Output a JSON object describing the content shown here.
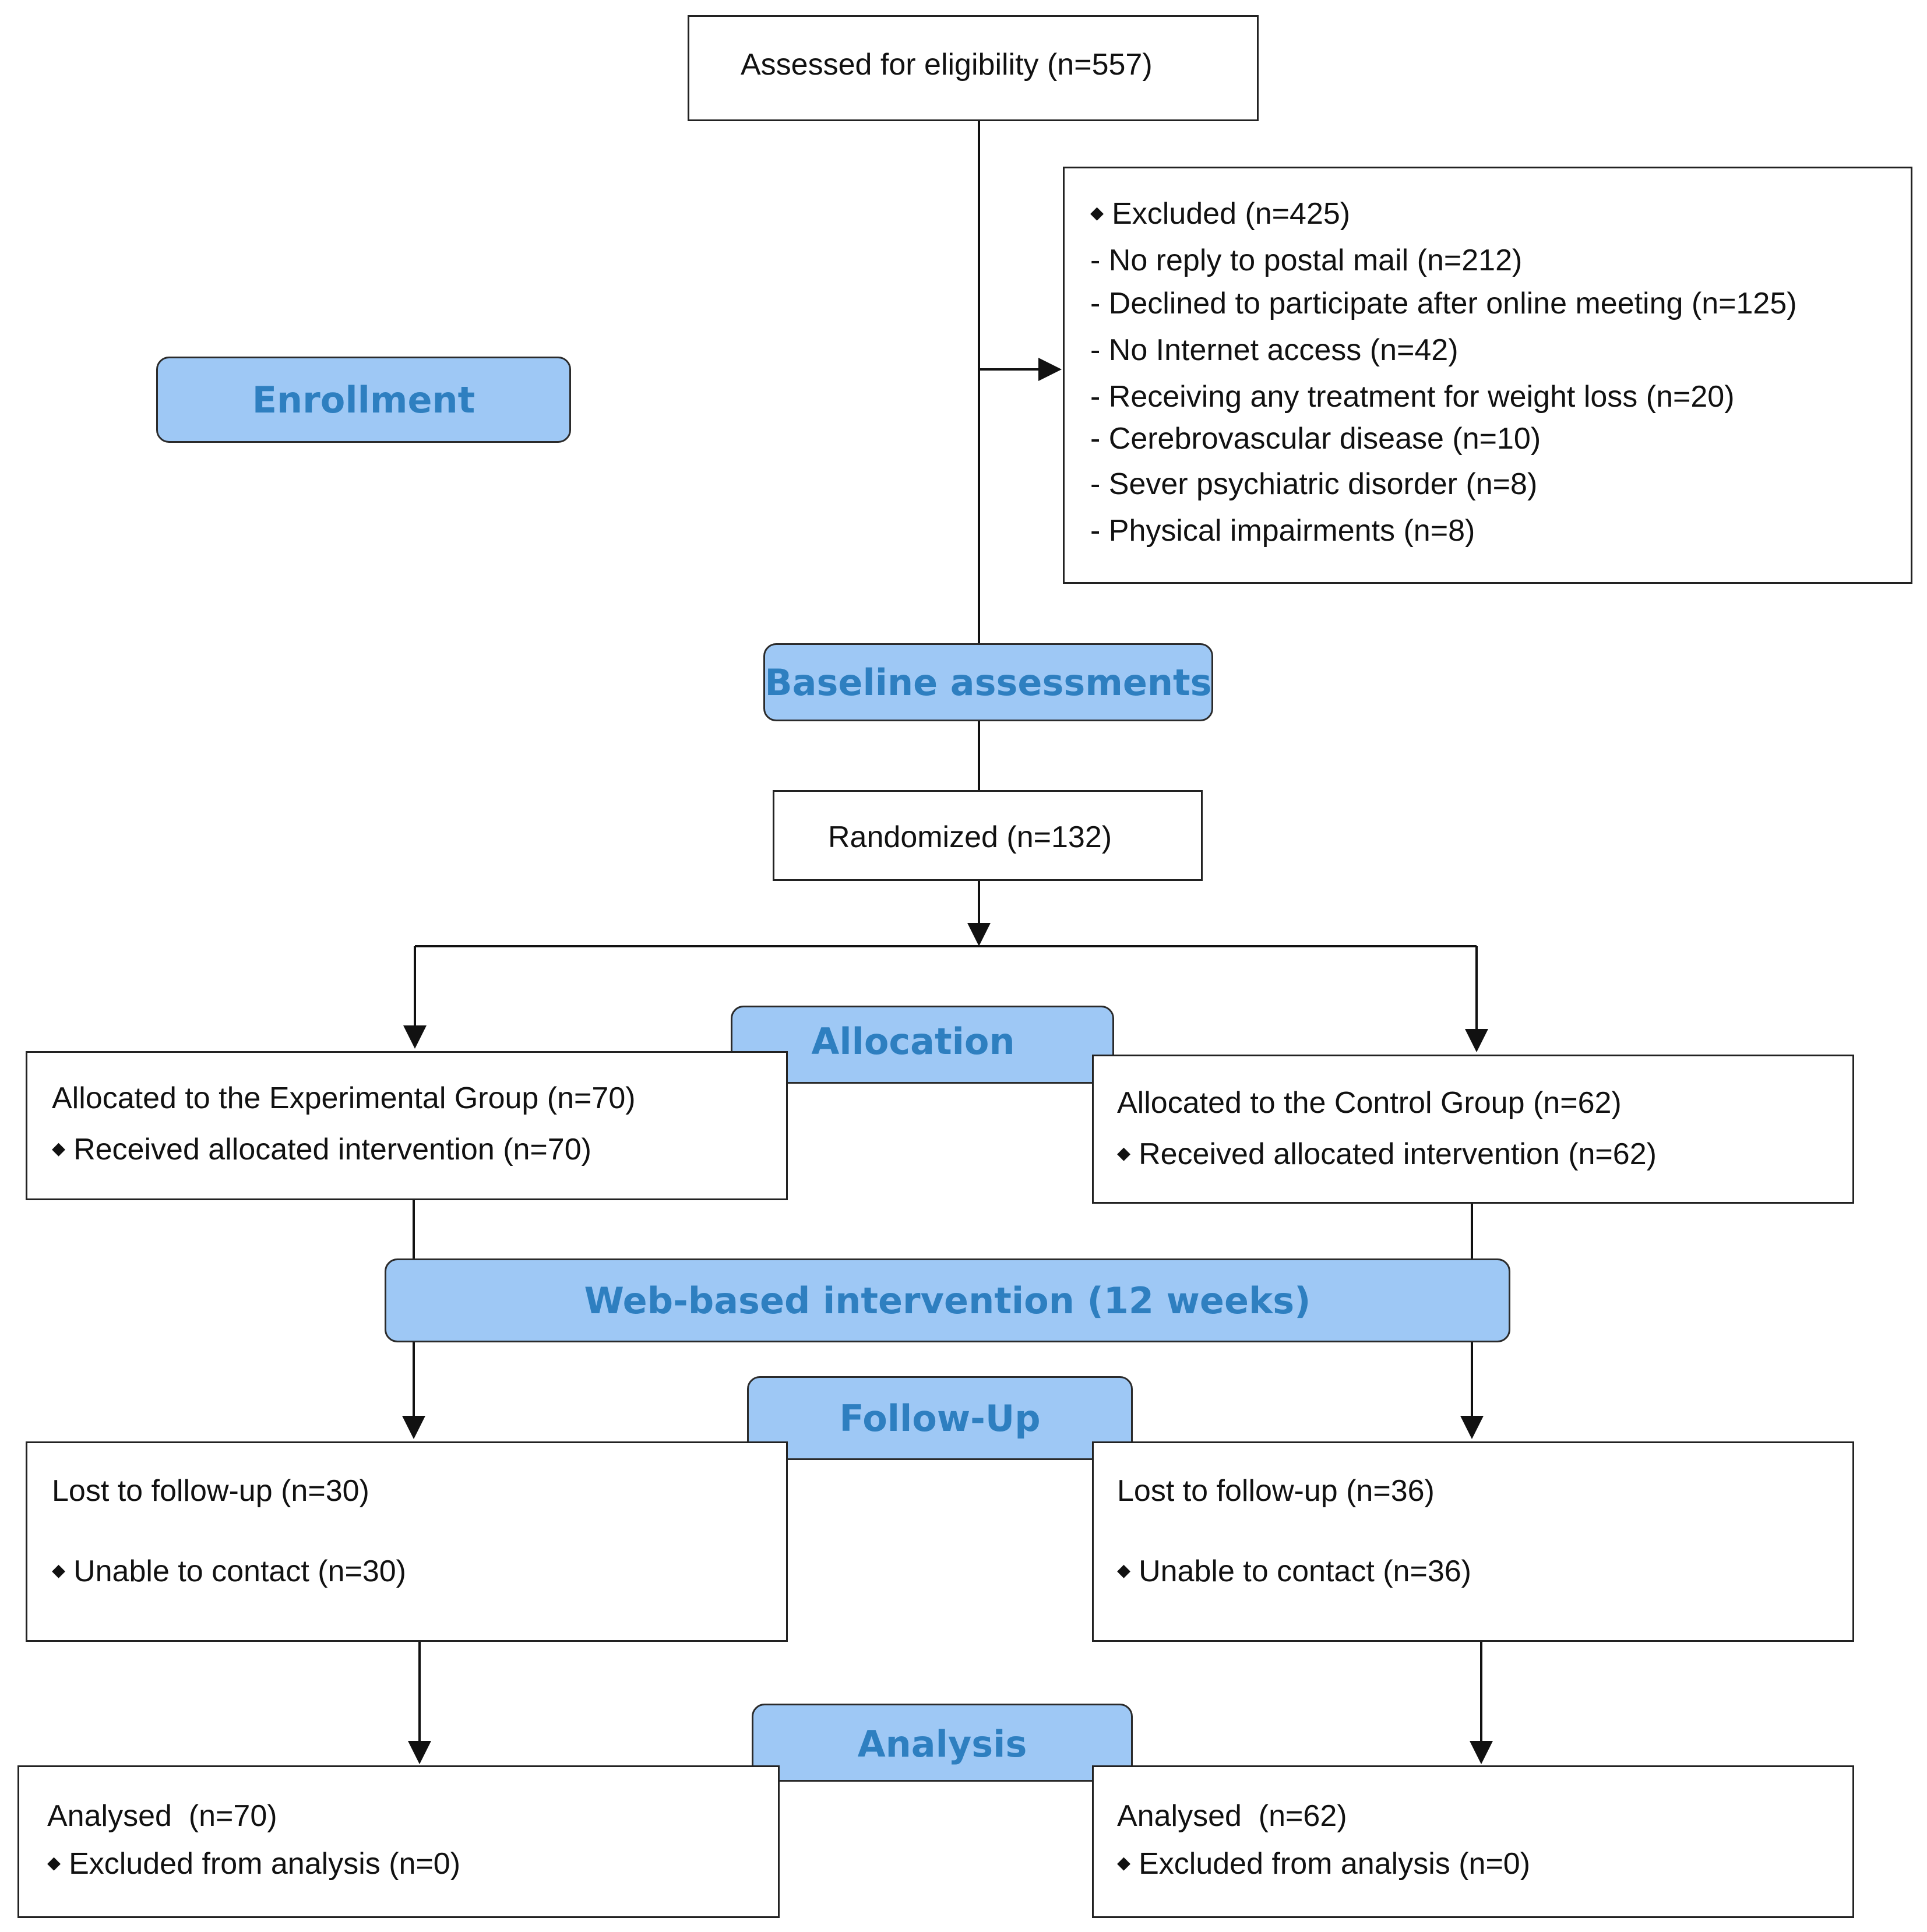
{
  "stages": {
    "enrollment": "Enrollment",
    "baseline": "Baseline assessments",
    "allocation": "Allocation",
    "intervention": "Web-based intervention (12 weeks)",
    "followup": "Follow-Up",
    "analysis": "Analysis"
  },
  "assessed": "Assessed for eligibility (n=557)",
  "excluded": {
    "bullet": "◆",
    "title": "Excluded (n=425)",
    "reasons": [
      "- No reply to postal mail (n=212)",
      "- Declined to participate after online meeting (n=125)",
      "- No Internet access (n=42)",
      "- Receiving any treatment for weight loss (n=20)",
      "- Cerebrovascular disease (n=10)",
      "- Sever psychiatric disorder (n=8)",
      "- Physical impairments (n=8)"
    ]
  },
  "randomized": "Randomized (n=132)",
  "experimental": {
    "allocated": "Allocated to the Experimental Group (n=70)",
    "received": "Received allocated intervention (n=70)",
    "lost": "Lost to follow-up (n=30)",
    "lost_reason": "Unable to contact (n=30)",
    "analysed": "Analysed  (n=70)",
    "excluded_analysis": "Excluded from analysis (n=0)"
  },
  "control": {
    "allocated": "Allocated to the Control Group (n=62)",
    "received": "Received allocated intervention (n=62)",
    "lost": "Lost to follow-up (n=36)",
    "lost_reason": "Unable to contact (n=36)",
    "analysed": "Analysed  (n=62)",
    "excluded_analysis": "Excluded from analysis (n=0)"
  }
}
